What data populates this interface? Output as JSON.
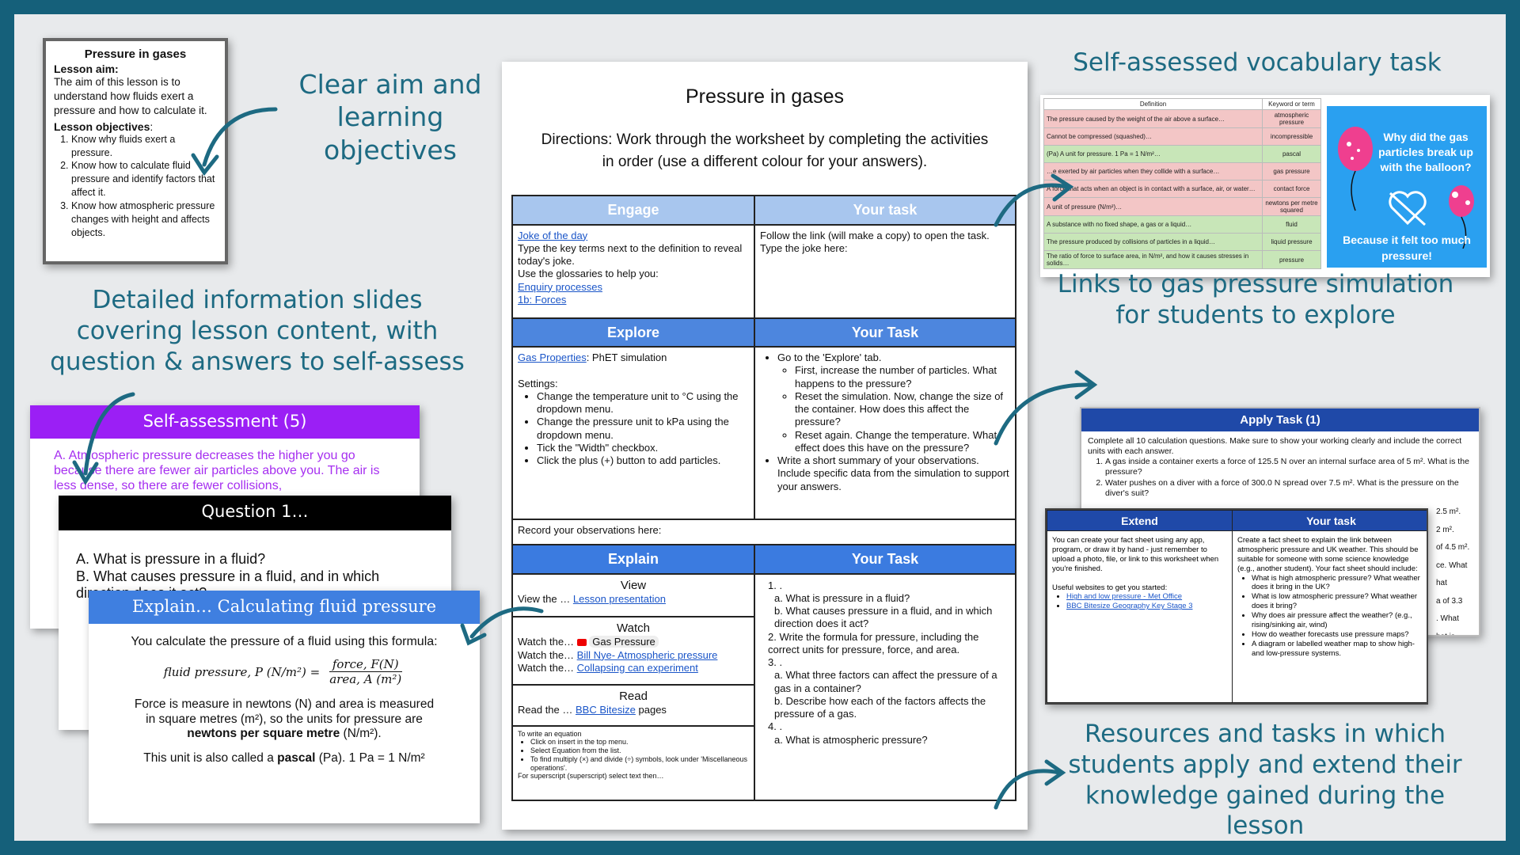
{
  "captions": {
    "aim": [
      "Clear aim and",
      "learning",
      "objectives"
    ],
    "info": [
      "Detailed information slides",
      "covering lesson content, with",
      "question & answers to self-assess"
    ],
    "vocab": "Self-assessed vocabulary task",
    "sim": [
      "Links to gas pressure simulation",
      "for students to explore"
    ],
    "resources": [
      "Resources and tasks in which",
      "students apply and extend their",
      "knowledge gained during the lesson"
    ]
  },
  "aim_card": {
    "title": "Pressure in gases",
    "aim_label": "Lesson aim:",
    "aim_text": "The aim of this lesson is to understand how fluids exert a pressure and how to calculate it.",
    "objectives_label": "Lesson objectives",
    "objectives_colon": ":",
    "objectives": [
      "Know why fluids exert a pressure.",
      "Know how to calculate fluid pressure and identify factors that affect it.",
      "Know how atmospheric pressure changes with height and affects objects."
    ]
  },
  "self_assessment": {
    "title": "Self-assessment (5)",
    "text": "A. Atmospheric pressure decreases the higher you go because there are fewer air particles above you. The air is less dense, so there are fewer collisions,"
  },
  "question_slide": {
    "title": "Question 1…",
    "items": [
      "A.  What is pressure in a fluid?",
      "B.  What causes pressure in a fluid, and in which direction does it act?"
    ]
  },
  "explain_slide": {
    "title": "Explain… Calculating fluid pressure",
    "intro": "You calculate the pressure of a fluid using this formula:",
    "formula_left": "fluid pressure, P (N/m²) =",
    "formula_num": "force, F(N)",
    "formula_den": "area, A (m²)",
    "p1": "Force is measure in newtons (N) and area is measured in square metres (m²), so the units for pressure are",
    "p1_bold": "newtons per square metre",
    "p1_end": "(N/m²).",
    "p2": "This unit is also called a",
    "p2_bold": "pascal",
    "p2_end": "(Pa). 1 Pa = 1 N/m²"
  },
  "worksheet": {
    "title": "Pressure in gases",
    "directions": "Directions: Work through the worksheet by completing the activities in order (use a different colour for your answers).",
    "engage": {
      "head": "Engage",
      "task_head": "Your task",
      "link1": "Joke of the day",
      "text": "Type the key terms next to the definition to reveal today's joke.",
      "glossary": "Use the glossaries to help you:",
      "link2": "Enquiry processes",
      "link3": "1b: Forces",
      "task": "Follow the link (will make a copy) to open the task. Type the joke here:"
    },
    "explore": {
      "head": "Explore",
      "task_head": "Your Task",
      "link": "Gas Properties",
      "link_rest": ": PhET simulation",
      "settings": "Settings:",
      "bullets": [
        "Change the temperature unit to °C using the dropdown menu.",
        "Change the pressure unit to kPa using the dropdown menu.",
        "Tick the \"Width\" checkbox.",
        "Click the plus (+) button to add particles."
      ],
      "task_top": "Go to the 'Explore' tab.",
      "task_sub": [
        "First, increase the number of particles. What happens to the pressure?",
        "Reset the simulation. Now, change the size of the container. How does this affect the pressure?",
        "Reset again. Change the temperature. What effect does this have on the pressure?"
      ],
      "task_bottom": "Write a short summary of your observations. Include specific data from the simulation to support your answers.",
      "record": "Record your observations here:"
    },
    "explain": {
      "head": "Explain",
      "task_head": "Your Task",
      "view_head": "View",
      "view_text": "View the …",
      "view_link": "Lesson presentation",
      "watch_head": "Watch",
      "watch_prefix": "Watch the…",
      "watch_1": "Gas Pressure",
      "watch_2": "Bill Nye- Atmospheric pressure",
      "watch_3": "Collapsing can experiment",
      "read_head": "Read",
      "read_text": "Read the …",
      "read_link": "BBC Bitesize",
      "read_end": "pages",
      "eq_title": "To write an equation",
      "eq_items": [
        "Click on insert in the top menu.",
        "Select Equation from the list.",
        "To find multiply (×) and divide (÷) symbols, look under 'Miscellaneous operations'."
      ],
      "eq_end": "For superscript (superscript) select text then…",
      "tasks": [
        "1.  .",
        "a.  What is pressure in a fluid?",
        "b.  What causes pressure in a fluid, and in which direction does it act?",
        "2.  Write the formula for pressure, including the correct units for pressure, force, and area.",
        "3.  .",
        "a.  What three factors can affect the pressure of a gas in a container?",
        "b.  Describe how each of the factors affects the pressure of a gas.",
        "4.  .",
        "a.  What is atmospheric pressure?"
      ]
    }
  },
  "vocab_table": {
    "col1": "Definition",
    "col2": "Keyword or term",
    "rows": [
      {
        "def": "The pressure caused by the weight of the air above a surface…",
        "term": "atmospheric pressure",
        "color": "#f3c6c6"
      },
      {
        "def": "Cannot be compressed (squashed)…",
        "term": "incompressible",
        "color": "#f3c6c6"
      },
      {
        "def": "(Pa) A unit for pressure. 1 Pa = 1 N/m²…",
        "term": "pascal",
        "color": "#c8e6b8"
      },
      {
        "def": "…e exerted by air particles when they collide with a surface…",
        "term": "gas pressure",
        "color": "#f3c6c6"
      },
      {
        "def": "A force that acts when an object is in contact with a surface, air, or water…",
        "term": "contact force",
        "color": "#f3c6c6"
      },
      {
        "def": "A unit of pressure (N/m²)…",
        "term": "newtons per metre squared",
        "color": "#f3c6c6"
      },
      {
        "def": "A substance with no fixed shape, a gas or a liquid…",
        "term": "fluid",
        "color": "#c8e6b8"
      },
      {
        "def": "The pressure produced by collisions of particles in a liquid…",
        "term": "liquid pressure",
        "color": "#c8e6b8"
      },
      {
        "def": "The ratio of force to surface area, in N/m², and how it causes stresses in solids…",
        "term": "pressure",
        "color": "#c8e6b8"
      }
    ]
  },
  "joke": {
    "question": "Why did the gas particles break up with the balloon?",
    "answer": "Because it felt too much pressure!"
  },
  "apply_task": {
    "title": "Apply Task (1)",
    "intro": "Complete all 10 calculation questions. Make sure to show your working clearly and include the correct units with each answer.",
    "q1": "A gas inside a container exerts a force of 125.5 N over an internal surface area of 5 m². What is the pressure?",
    "q2": "Water pushes on a diver with a force of 300.0 N spread over 7.5 m². What is the pressure on the diver's suit?",
    "fragments": [
      "2.5 m².",
      "2 m².",
      "of 4.5 m².",
      "ce. What",
      "hat",
      "a of 3.3",
      ". What",
      "hat is"
    ]
  },
  "extend_task": {
    "head1": "Extend",
    "head2": "Your task",
    "left": "You can create your fact sheet using any app, program, or draw it by hand - just remember to upload a photo, file, or link to this worksheet when you're finished.",
    "useful": "Useful websites to get you started:",
    "links": [
      "High and low pressure - Met Office",
      "BBC Bitesize Geography Key Stage 3"
    ],
    "right_intro": "Create a fact sheet to explain the link between atmospheric pressure and UK weather. This should be suitable for someone with some science knowledge (e.g., another student). Your fact sheet should include:",
    "bullets": [
      "What is high atmospheric pressure? What weather does it bring in the UK?",
      "What is low atmospheric pressure? What weather does it bring?",
      "Why does air pressure affect the weather? (e.g., rising/sinking air, wind)",
      "How do weather forecasts use pressure maps?",
      "A diagram or labelled weather map to show high- and low-pressure systems."
    ]
  },
  "colors": {
    "frame": "#15607a",
    "caption": "#1d6a82",
    "purple": "#9b1ff5",
    "explain_blue": "#3f7fe0",
    "dark_blue": "#1f49a8",
    "joke_bg": "#2aa0f0"
  }
}
